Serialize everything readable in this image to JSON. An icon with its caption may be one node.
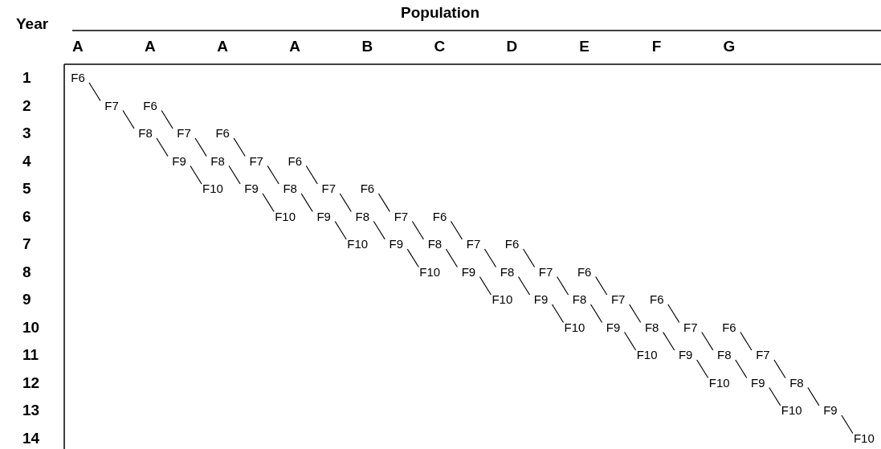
{
  "diagram": {
    "nodes": [
      {
        "text": [
          "F6"
        ]
      },
      {
        "text": [
          "F7"
        ]
      },
      {
        "text": [
          "F6"
        ]
      },
      {
        "text": [
          "F8"
        ]
      },
      {
        "text": [
          "F7"
        ]
      },
      {
        "text": [
          "F6"
        ]
      },
      {
        "text": [
          "F9"
        ]
      },
      {
        "text": [
          "F8"
        ]
      },
      {
        "text": [
          "F7"
        ]
      },
      {
        "text": [
          "F6"
        ]
      },
      {
        "text": [
          "F10"
        ]
      },
      {
        "text": [
          "F9"
        ]
      },
      {
        "text": [
          "F8"
        ]
      },
      {
        "text": [
          "F7"
        ]
      },
      {
        "text": [
          "F6"
        ]
      },
      {
        "text": [
          "F10"
        ]
      },
      {
        "text": [
          "F9"
        ]
      },
      {
        "text": [
          "F8"
        ]
      },
      {
        "text": [
          "F7"
        ]
      },
      {
        "text": [
          "F6"
        ]
      },
      {
        "text": [
          "F10"
        ]
      },
      {
        "text": [
          "F9"
        ]
      },
      {
        "text": [
          "F8"
        ]
      },
      {
        "text": [
          "F7"
        ]
      },
      {
        "text": [
          "F6"
        ]
      },
      {
        "text": [
          "F10"
        ]
      },
      {
        "text": [
          "F9"
        ]
      },
      {
        "text": [
          "F8"
        ]
      },
      {
        "text": [
          "F7"
        ]
      },
      {
        "text": [
          "F6"
        ]
      },
      {
        "text": [
          "F10"
        ]
      },
      {
        "text": [
          "F9"
        ]
      },
      {
        "text": [
          "F8"
        ]
      },
      {
        "text": [
          "F7"
        ]
      },
      {
        "text": [
          "F6"
        ]
      },
      {
        "text": [
          "F10"
        ]
      },
      {
        "text": [
          "F9"
        ]
      },
      {
        "text": [
          "F8"
        ]
      },
      {
        "text": [
          "F7"
        ]
      },
      {
        "text": [
          "F6"
        ]
      },
      {
        "text": [
          "F10"
        ]
      },
      {
        "text": [
          "F9"
        ]
      },
      {
        "text": [
          "F8"
        ]
      },
      {
        "text": [
          "F7"
        ]
      },
      {
        "text": [
          "F10"
        ]
      },
      {
        "text": [
          "F9"
        ]
      },
      {
        "text": [
          "F8"
        ]
      },
      {
        "text": [
          "F10"
        ]
      },
      {
        "text": [
          "F9"
        ]
      },
      {
        "text": [
          "F10"
        ]
      }
    ],
    "edges": [
      {
        "from": 0,
        "to": 1,
        "arrow": "none"
      },
      {
        "from": 1,
        "to": 3,
        "arrow": "none"
      },
      {
        "from": 3,
        "to": 6,
        "arrow": "none"
      },
      {
        "from": 6,
        "to": 10,
        "arrow": "none"
      },
      {
        "from": 2,
        "to": 4,
        "arrow": "none"
      },
      {
        "from": 4,
        "to": 7,
        "arrow": "none"
      },
      {
        "from": 7,
        "to": 11,
        "arrow": "none"
      },
      {
        "from": 11,
        "to": 15,
        "arrow": "none"
      },
      {
        "from": 5,
        "to": 8,
        "arrow": "none"
      },
      {
        "from": 8,
        "to": 12,
        "arrow": "none"
      },
      {
        "from": 12,
        "to": 16,
        "arrow": "none"
      },
      {
        "from": 16,
        "to": 20,
        "arrow": "none"
      },
      {
        "from": 9,
        "to": 13,
        "arrow": "none"
      },
      {
        "from": 13,
        "to": 17,
        "arrow": "none"
      },
      {
        "from": 17,
        "to": 21,
        "arrow": "none"
      },
      {
        "from": 21,
        "to": 25,
        "arrow": "none"
      },
      {
        "from": 14,
        "to": 18,
        "arrow": "none"
      },
      {
        "from": 18,
        "to": 22,
        "arrow": "none"
      },
      {
        "from": 22,
        "to": 26,
        "arrow": "none"
      },
      {
        "from": 26,
        "to": 30,
        "arrow": "none"
      },
      {
        "from": 19,
        "to": 23,
        "arrow": "none"
      },
      {
        "from": 23,
        "to": 27,
        "arrow": "none"
      },
      {
        "from": 27,
        "to": 31,
        "arrow": "none"
      },
      {
        "from": 31,
        "to": 35,
        "arrow": "none"
      },
      {
        "from": 24,
        "to": 28,
        "arrow": "none"
      },
      {
        "from": 28,
        "to": 32,
        "arrow": "none"
      },
      {
        "from": 32,
        "to": 36,
        "arrow": "none"
      },
      {
        "from": 36,
        "to": 40,
        "arrow": "none"
      },
      {
        "from": 29,
        "to": 33,
        "arrow": "none"
      },
      {
        "from": 33,
        "to": 37,
        "arrow": "none"
      },
      {
        "from": 37,
        "to": 41,
        "arrow": "none"
      },
      {
        "from": 41,
        "to": 44,
        "arrow": "none"
      },
      {
        "from": 34,
        "to": 38,
        "arrow": "none"
      },
      {
        "from": 38,
        "to": 42,
        "arrow": "none"
      },
      {
        "from": 42,
        "to": 45,
        "arrow": "none"
      },
      {
        "from": 45,
        "to": 47,
        "arrow": "none"
      },
      {
        "from": 39,
        "to": 43,
        "arrow": "none"
      },
      {
        "from": 43,
        "to": 46,
        "arrow": "none"
      },
      {
        "from": 46,
        "to": 48,
        "arrow": "none"
      },
      {
        "from": 48,
        "to": 49,
        "arrow": "none"
      }
    ],
    "labels": [
      "Year",
      "Population",
      "A",
      "A",
      "A",
      "A",
      "B",
      "C",
      "D",
      "E",
      "F",
      "G",
      "1",
      "2",
      "3",
      "4",
      "5",
      "6",
      "7",
      "8",
      "9",
      "10",
      "11",
      "12",
      "13",
      "14"
    ]
  }
}
